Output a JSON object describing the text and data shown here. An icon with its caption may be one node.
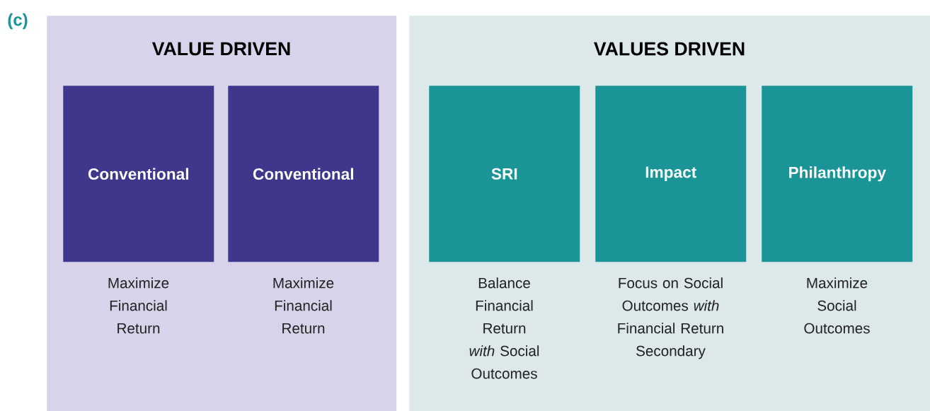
{
  "diagram": {
    "nodes": [
      {
        "text": [
          "VALUE DRIVEN"
        ]
      },
      {
        "text": [
          "Conventional"
        ],
        "in": 0,
        "beside": [
          "Maximize Financial Return"
        ]
      },
      {
        "text": [
          "Conventional"
        ],
        "in": 0,
        "beside": [
          "Maximize Financial Return"
        ]
      },
      {
        "text": [
          "VALUES DRIVEN"
        ]
      },
      {
        "text": [
          "SRI"
        ],
        "in": 3,
        "beside": [
          "Balance Financial Return *with* Social Outcomes"
        ]
      },
      {
        "text": [
          "Impact"
        ],
        "in": 3,
        "beside": [
          "Focus on Social Outcomes *with* Financial Return Secondary"
        ]
      },
      {
        "text": [
          "Philanthropy"
        ],
        "in": 3,
        "beside": [
          "Maximize Social Outcomes"
        ]
      }
    ],
    "labels": [
      "(c)"
    ]
  }
}
